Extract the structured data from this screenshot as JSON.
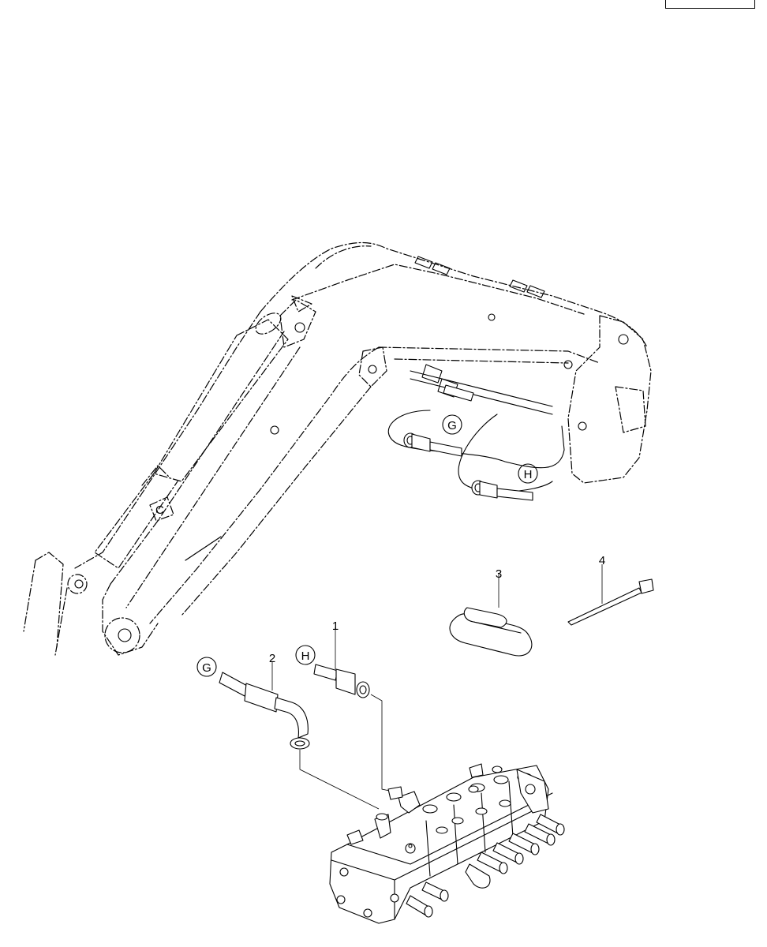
{
  "callouts": {
    "g_upper": "G",
    "h_upper": "H",
    "g_lower": "G",
    "h_lower": "H"
  },
  "part_numbers": {
    "p1": "1",
    "p2": "2",
    "p3": "3",
    "p4": "4"
  },
  "boom_marker": "C"
}
